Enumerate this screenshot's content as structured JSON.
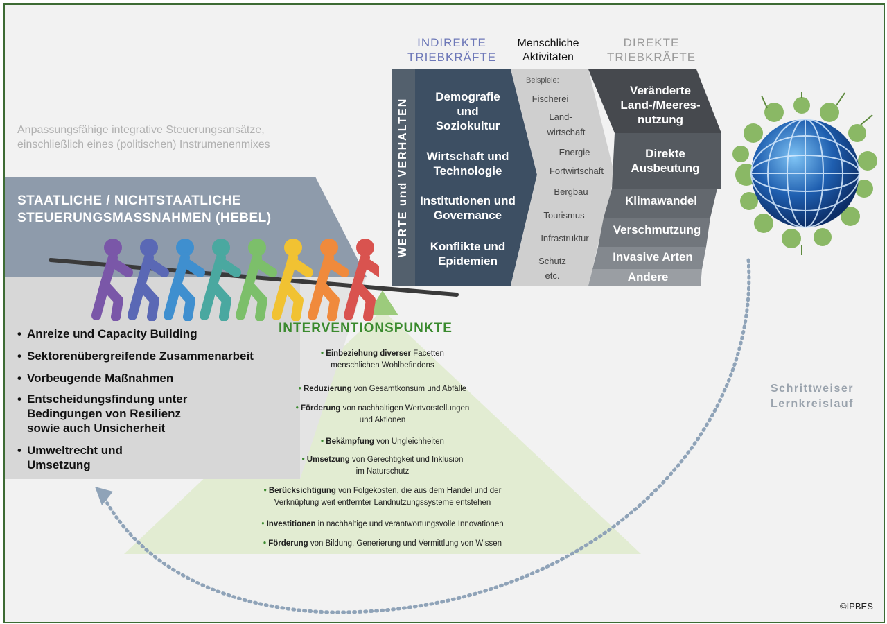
{
  "header": {
    "indirect_line1": "INDIREKTE",
    "indirect_line2": "TRIEBKRÄFTE",
    "human_line1": "Menschliche",
    "human_line2": "Aktivitäten",
    "direct_line1": "DIREKTE",
    "direct_line2": "TRIEBKRÄFTE"
  },
  "values_bar": "WERTE und VERHALTEN",
  "indirect_drivers": [
    {
      "line1": "Demografie",
      "line2": "und",
      "line3": "Soziokultur"
    },
    {
      "line1": "Wirtschaft und",
      "line2": "Technologie"
    },
    {
      "line1": "Institutionen und",
      "line2": "Governance"
    },
    {
      "line1": "Konflikte und",
      "line2": "Epidemien"
    }
  ],
  "human_activities": {
    "heading": "Beispiele:",
    "items": [
      "Fischerei",
      "Land-",
      "wirtschaft",
      "Energie",
      "Fortwirtschaft",
      "Bergbau",
      "Tourismus",
      "Infrastruktur",
      "Schutz",
      "etc."
    ]
  },
  "direct_drivers": [
    {
      "line1": "Veränderte",
      "line2": "Land-/Meeres-",
      "line3": "nutzung"
    },
    {
      "line1": "Direkte",
      "line2": "Ausbeutung"
    },
    {
      "line1": "Klimawandel"
    },
    {
      "line1": "Verschmutzung"
    },
    {
      "line1": "Invasive Arten"
    },
    {
      "line1": "Andere"
    }
  ],
  "governance": {
    "line1": "Anpassungsfähige integrative Steuerungsansätze,",
    "line2": "einschließlich eines (politischen) Instrumenenmixes"
  },
  "levers": {
    "title_line1": "STAATLICHE / NICHTSTAATLICHE",
    "title_line2": "STEUERUNGSMASSNAHMEN (HEBEL)",
    "items": [
      {
        "line1": "Anreize und Capacity Building"
      },
      {
        "line1": "Sektorenübergreifende Zusammenarbeit"
      },
      {
        "line1": "Vorbeugende Maßnahmen"
      },
      {
        "line1": "Entscheidungsfindung unter",
        "line2": "Bedingungen von Resilienz",
        "line3": "sowie auch Unsicherheit"
      },
      {
        "line1": "Umweltrecht und",
        "line2": "Umsetzung"
      }
    ]
  },
  "intervention": {
    "title": "INTERVENTIONSPUNKTE",
    "items": [
      {
        "bold": "Einbeziehung diverser",
        "rest": " Facetten",
        "line2": "menschlichen Wohlbefindens"
      },
      {
        "bold": "Reduzierung",
        "rest": " von Gesamtkonsum und Abfälle",
        "line2": ""
      },
      {
        "bold": "Förderung",
        "rest": " von nachhaltigen Wertvorstellungen",
        "line2": "und Aktionen"
      },
      {
        "bold": "Bekämpfung",
        "rest": " von Ungleichheiten",
        "line2": ""
      },
      {
        "bold": "Umsetzung",
        "rest": " von Gerechtigkeit und Inklusion",
        "line2": "im Naturschutz"
      },
      {
        "bold": "Berücksichtigung",
        "rest": " von Folgekosten, die aus dem Handel und der",
        "line2": "Verknüpfung weit entfernter Landnutzungssysteme entstehen"
      },
      {
        "bold": "Investitionen",
        "rest": " in nachhaltige und verantwortungsvolle Innovationen",
        "line2": ""
      },
      {
        "bold": "Förderung",
        "rest": " von Bildung, Generierung und Vermittlung von Wissen",
        "line2": ""
      }
    ]
  },
  "learning_loop": {
    "line1": "Schrittweiser",
    "line2": "Lernkreislauf"
  },
  "copyright": "©IPBES",
  "colors": {
    "frame": "#3d6b34",
    "indirect": "#3d4f63",
    "human": "#cfcfcf",
    "direct_dark": "#4b5057",
    "lever_band": "#8e9bab",
    "intervention_green": "#3a8a2e",
    "pyramid": "#e2ecd2",
    "loop": "#8fa3b8"
  },
  "figures": [
    "#7a57a8",
    "#5a68b5",
    "#3f8fcf",
    "#4aa8a0",
    "#7cbf6a",
    "#f1c232",
    "#f08a3c",
    "#d9534f"
  ]
}
